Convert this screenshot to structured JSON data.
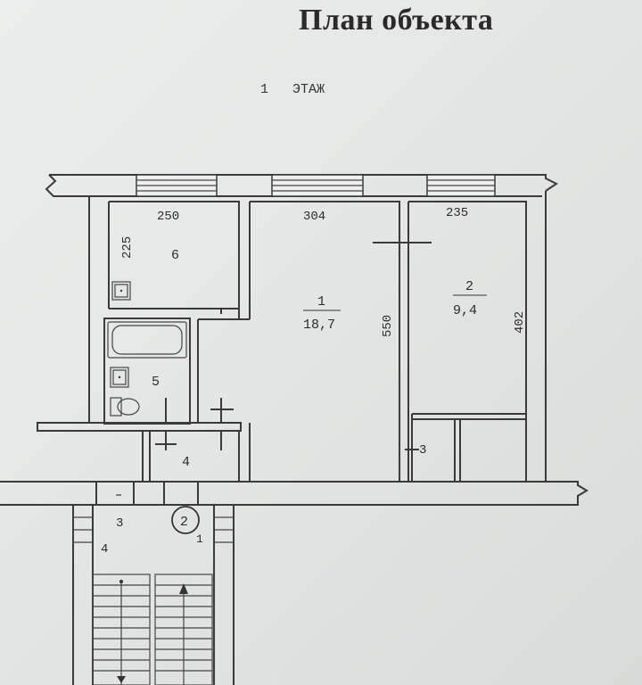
{
  "title": "План объекта",
  "floor_label": "1   ЭТАЖ",
  "rooms": [
    {
      "number": "1",
      "area": "18,7"
    },
    {
      "number": "2",
      "area": "9,4"
    },
    {
      "number": "3"
    },
    {
      "number": "4"
    },
    {
      "number": "5"
    },
    {
      "number": "6"
    }
  ],
  "dimensions": {
    "room6_width": "250",
    "room6_depth": "225",
    "room1_width": "304",
    "room1_depth": "550",
    "room2_width": "235",
    "room2_depth": "402"
  },
  "stair": {
    "marker": "2",
    "label_3": "3",
    "label_4": "4",
    "label_1": "1"
  }
}
